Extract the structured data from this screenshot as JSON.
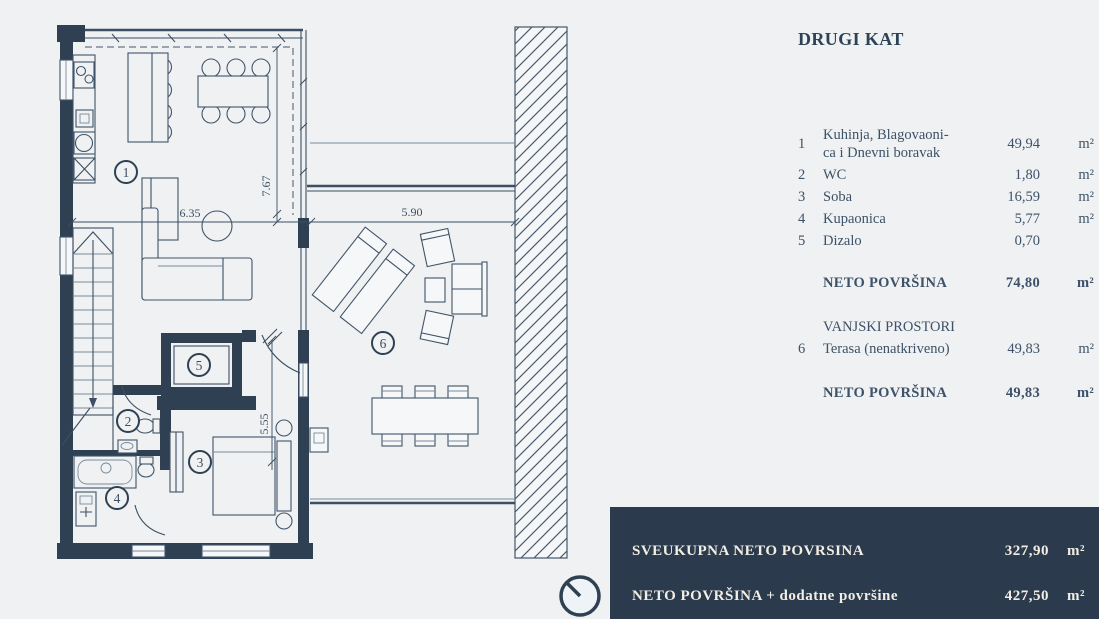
{
  "colors": {
    "page_bg": "#eff1f2",
    "accent_navy": "#2c4257",
    "plan_line": "#3c4f63",
    "panel_bg": "#2b3b4d",
    "panel_text": "#f2eee3"
  },
  "plan": {
    "dimensions": {
      "living_width": "6.35",
      "living_height": "7.67",
      "terrace_width": "5.90",
      "bedroom_height": "5.55"
    },
    "room_markers": [
      "1",
      "2",
      "3",
      "4",
      "5",
      "6"
    ]
  },
  "legend": {
    "title": "DRUGI KAT",
    "rooms": [
      {
        "num": "1",
        "label_line1": "Kuhinja, Blagovaoni-",
        "label_line2": "ca i Dnevni boravak",
        "value": "49,94",
        "unit": "m²"
      },
      {
        "num": "2",
        "label": "WC",
        "value": "1,80",
        "unit": "m²"
      },
      {
        "num": "3",
        "label": "Soba",
        "value": "16,59",
        "unit": "m²"
      },
      {
        "num": "4",
        "label": "Kupaonica",
        "value": "5,77",
        "unit": "m²"
      },
      {
        "num": "5",
        "label": "Dizalo",
        "value": "0,70",
        "unit": ""
      }
    ],
    "neto1": {
      "label": "NETO POVRŠINA",
      "value": "74,80",
      "unit": "m²"
    },
    "outdoor_header": "VANJSKI PROSTORI",
    "outdoor": {
      "num": "6",
      "label": "Terasa (nenatkriveno)",
      "value": "49,83",
      "unit": "m²"
    },
    "neto2": {
      "label": "NETO POVRŠINA",
      "value": "49,83",
      "unit": "m²"
    }
  },
  "footer": {
    "row1": {
      "label": "SVEUKUPNA NETO POVRSINA",
      "value": "327,90",
      "unit": "m²"
    },
    "row2": {
      "label": "NETO POVRŠINA + dodatne površine",
      "value": "427,50",
      "unit": "m²"
    }
  }
}
